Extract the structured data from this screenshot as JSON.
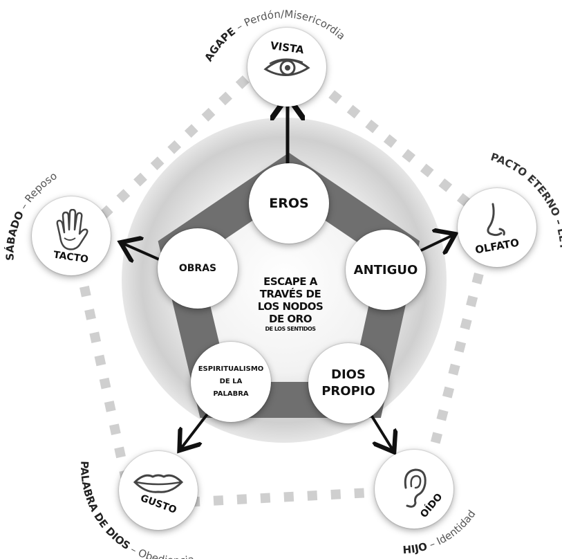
{
  "center": {
    "line1": "ESCAPE A",
    "line2": "TRAVÉS DE",
    "line3": "LOS NODOS",
    "line4": "DE ORO",
    "line5": "DE LOS SENTIDOS"
  },
  "inner_nodes": {
    "eros": "EROS",
    "antiguo": "ANTIGUO",
    "dios_propio_1": "DIOS",
    "dios_propio_2": "PROPIO",
    "espiritualismo_1": "ESPIRITUALISMO",
    "espiritualismo_2": "DE LA",
    "espiritualismo_3": "PALABRA",
    "obras": "OBRAS"
  },
  "senses": {
    "vista": "VISTA",
    "olfato": "OLFATO",
    "oido": "OÍDO",
    "gusto": "GUSTO",
    "tacto": "TACTO"
  },
  "outer_labels": {
    "agape_bold": "AGAPE",
    "agape_rest": " – Perdón/Misericordia",
    "pacto_bold": "PACTO ETERNO – LEY",
    "hijo_bold": "HIJO",
    "hijo_rest": " – Identidad",
    "palabra_bold": "PALABRA DE DIOS",
    "palabra_rest": " – Obediencia",
    "sabado_bold": "SÁBADO",
    "sabado_rest": " – Reposo"
  },
  "icons": [
    "eye-icon",
    "nose-icon",
    "ear-icon",
    "lips-icon",
    "hand-icon"
  ],
  "colors": {
    "pentagon_band": "#6f6f6f",
    "dashed_border": "#cfcfcf",
    "arrow": "#111111",
    "text": "#111111",
    "label_gray": "#555555"
  }
}
